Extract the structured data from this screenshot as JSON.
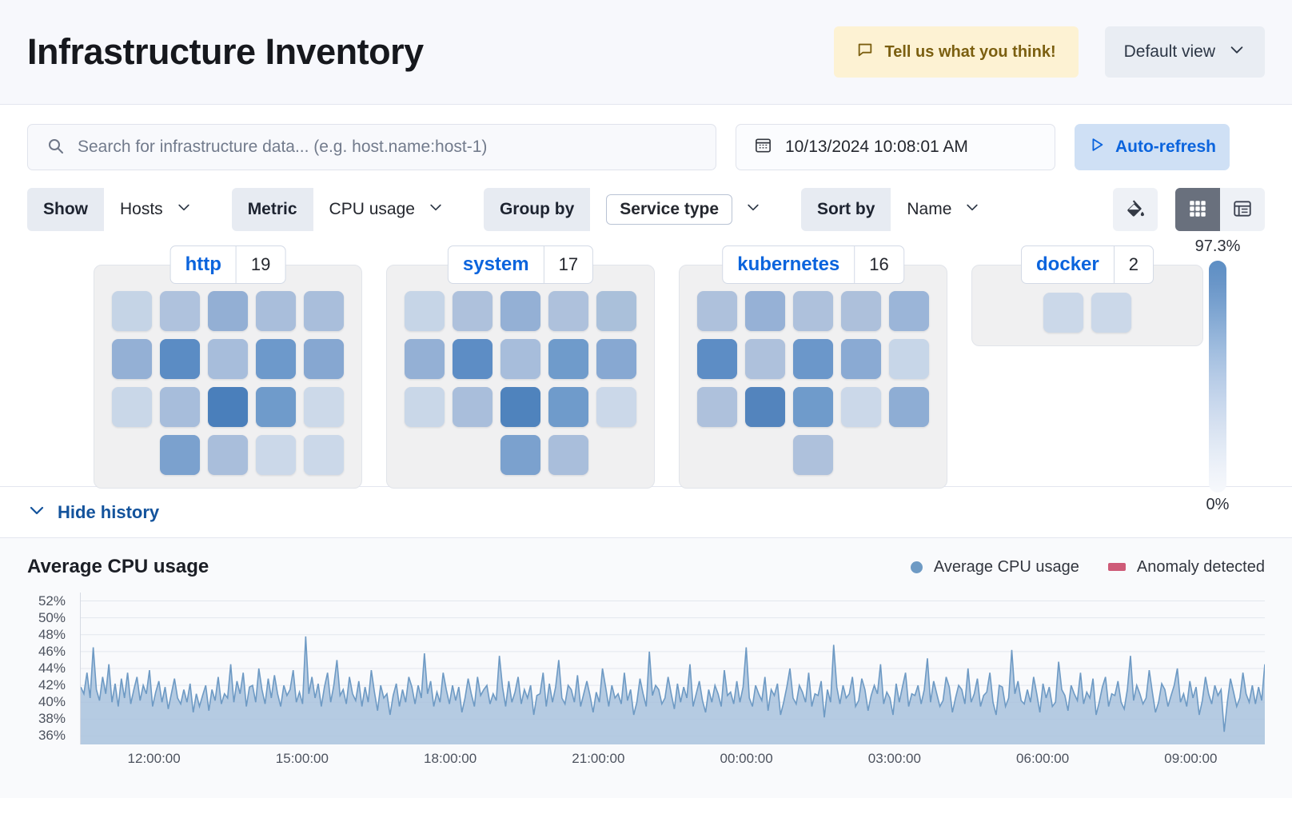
{
  "header": {
    "title": "Infrastructure Inventory",
    "feedback_label": "Tell us what you think!",
    "feedback_icon": "comment-icon",
    "view_label": "Default view",
    "view_icon": "chevron-down-icon"
  },
  "search": {
    "placeholder": "Search for infrastructure data... (e.g. host.name:host-1)",
    "icon": "search-icon"
  },
  "datepicker": {
    "value": "10/13/2024 10:08:01 AM",
    "icon": "calendar-icon"
  },
  "refresh": {
    "label": "Auto-refresh",
    "icon": "play-icon"
  },
  "filters": [
    {
      "label": "Show",
      "value": "Hosts",
      "boxed": false
    },
    {
      "label": "Metric",
      "value": "CPU usage",
      "boxed": false
    },
    {
      "label": "Group by",
      "value": "Service type",
      "boxed": true
    },
    {
      "label": "Sort by",
      "value": "Name",
      "boxed": false
    }
  ],
  "view_tools": {
    "fill_icon": "paint-bucket-icon",
    "grid_icon": "grid-view-icon",
    "table_icon": "table-view-icon",
    "active": "grid"
  },
  "legend_scale": {
    "max": "97.3%",
    "min": "0%"
  },
  "groups": [
    {
      "name": "http",
      "count": "19",
      "rows": [
        [
          "#c5d4e6",
          "#afc2dd",
          "#93afd4",
          "#a9bedb",
          "#a9bedb"
        ],
        [
          "#94b0d5",
          "#5b8cc4",
          "#a7bddb",
          "#6d99cb",
          "#86a7d1"
        ],
        [
          "#c9d7e8",
          "#a7bddb",
          "#4a7fbb",
          "#6f9bcb",
          "#ccd9e9"
        ],
        [
          "",
          "#7ba1ce",
          "#a9bedb",
          "#cbd8e9",
          "#cbd8e9"
        ]
      ]
    },
    {
      "name": "system",
      "count": "17",
      "rows": [
        [
          "#c6d5e7",
          "#aec1dc",
          "#94b0d5",
          "#aec1dc",
          "#aac0da"
        ],
        [
          "#94b0d5",
          "#5d8dc5",
          "#a7bddb",
          "#6f9bcb",
          "#87a8d2"
        ],
        [
          "#c9d7e8",
          "#a9bedb",
          "#4f83bd",
          "#6f9bcb",
          "#cbd8e9"
        ],
        [
          "",
          "",
          "#7ba1ce",
          "#a9bedb",
          ""
        ]
      ]
    },
    {
      "name": "kubernetes",
      "count": "16",
      "rows": [
        [
          "#aec1dc",
          "#96b1d6",
          "#aec1dc",
          "#adc0db",
          "#9bb5d8"
        ],
        [
          "#5d8dc5",
          "#aec1dc",
          "#6b97ca",
          "#8aaad3",
          "#c7d6e8"
        ],
        [
          "#aec1dc",
          "#5384bd",
          "#6f9bcb",
          "#cbd8e9",
          "#8eadd4"
        ],
        [
          "",
          "",
          "#aec1dc",
          "",
          ""
        ]
      ]
    },
    {
      "name": "docker",
      "count": "2",
      "rows": [
        [
          "#cbd8e9",
          "#cbd8e9"
        ]
      ]
    }
  ],
  "history": {
    "label": "Hide history",
    "icon": "chevron-down-icon"
  },
  "chart_data": {
    "type": "area",
    "title": "Average CPU usage",
    "xlabel": "",
    "ylabel": "",
    "ylim": [
      35,
      53
    ],
    "grid": true,
    "legend_position": "top-right",
    "legend": [
      {
        "name": "Average CPU usage",
        "marker": "dot",
        "color": "#6e9ac4"
      },
      {
        "name": "Anomaly detected",
        "marker": "bar",
        "color": "#ce5b78"
      }
    ],
    "ytick_labels": [
      "52%",
      "50%",
      "48%",
      "46%",
      "44%",
      "42%",
      "40%",
      "38%",
      "36%"
    ],
    "ytick_values": [
      52,
      50,
      48,
      46,
      44,
      42,
      40,
      38,
      36
    ],
    "xtick_labels": [
      "12:00:00",
      "15:00:00",
      "18:00:00",
      "21:00:00",
      "00:00:00",
      "03:00:00",
      "06:00:00",
      "09:00:00"
    ],
    "series": [
      {
        "name": "Average CPU usage",
        "color": "#6e9ac4",
        "fill": "#a9c2dd",
        "values": [
          41.8,
          41.0,
          43.5,
          40.5,
          46.5,
          41.5,
          40.2,
          43.0,
          41.0,
          44.5,
          40.0,
          42.2,
          39.5,
          42.8,
          40.5,
          43.5,
          39.8,
          41.5,
          43.0,
          40.2,
          42.0,
          41.0,
          43.8,
          39.5,
          41.2,
          42.5,
          40.0,
          41.8,
          39.2,
          41.0,
          42.8,
          40.5,
          39.8,
          41.5,
          40.0,
          42.2,
          38.8,
          41.0,
          39.5,
          40.8,
          42.0,
          39.0,
          41.5,
          40.2,
          43.0,
          39.8,
          41.0,
          40.5,
          44.5,
          40.0,
          42.5,
          41.0,
          43.5,
          39.5,
          41.8,
          42.0,
          40.0,
          44.0,
          41.5,
          39.8,
          42.8,
          40.5,
          43.2,
          41.0,
          39.5,
          42.0,
          40.8,
          41.5,
          43.8,
          40.0,
          41.2,
          39.8,
          47.8,
          41.0,
          43.0,
          40.5,
          42.2,
          39.5,
          41.8,
          43.5,
          40.0,
          42.0,
          45.0,
          40.8,
          41.5,
          39.8,
          43.0,
          41.0,
          40.2,
          42.5,
          39.5,
          41.8,
          40.0,
          43.8,
          41.2,
          39.0,
          42.0,
          40.5,
          41.0,
          38.5,
          40.8,
          42.2,
          39.5,
          41.5,
          40.0,
          43.0,
          41.8,
          39.8,
          42.0,
          40.5,
          45.8,
          41.0,
          42.5,
          39.5,
          41.2,
          40.0,
          43.5,
          41.5,
          39.8,
          42.0,
          40.2,
          41.8,
          38.8,
          40.5,
          42.8,
          41.0,
          39.5,
          43.0,
          40.8,
          41.5,
          42.0,
          39.8,
          41.0,
          40.2,
          45.5,
          41.8,
          39.5,
          42.5,
          40.0,
          41.2,
          43.0,
          39.8,
          41.5,
          40.5,
          42.0,
          38.5,
          40.8,
          41.0,
          43.5,
          39.5,
          42.2,
          40.0,
          41.8,
          45.0,
          40.5,
          39.8,
          42.0,
          41.5,
          40.0,
          43.2,
          39.5,
          41.0,
          42.5,
          40.8,
          38.8,
          41.2,
          40.0,
          44.0,
          41.8,
          39.5,
          42.0,
          40.5,
          41.0,
          39.8,
          43.5,
          40.2,
          41.5,
          38.5,
          40.0,
          42.8,
          41.0,
          39.5,
          46.0,
          40.8,
          42.0,
          41.5,
          39.8,
          40.5,
          43.0,
          41.0,
          39.2,
          42.2,
          40.0,
          41.8,
          40.5,
          44.5,
          39.5,
          41.0,
          42.5,
          40.2,
          38.8,
          41.5,
          40.0,
          42.0,
          41.0,
          39.5,
          43.8,
          40.8,
          41.2,
          39.8,
          42.5,
          40.0,
          41.8,
          46.5,
          40.5,
          39.5,
          42.0,
          41.0,
          40.2,
          43.0,
          39.0,
          41.5,
          40.8,
          42.2,
          38.5,
          40.0,
          41.8,
          44.0,
          40.5,
          39.8,
          42.0,
          41.2,
          40.0,
          43.5,
          39.5,
          41.0,
          40.8,
          42.5,
          38.2,
          41.5,
          40.0,
          46.8,
          41.8,
          39.8,
          42.0,
          40.5,
          41.0,
          43.0,
          39.5,
          40.2,
          42.8,
          41.5,
          39.0,
          40.8,
          42.0,
          41.0,
          44.5,
          39.8,
          41.2,
          40.5,
          38.5,
          42.2,
          40.0,
          41.8,
          43.5,
          39.5,
          41.0,
          40.8,
          42.0,
          39.8,
          41.5,
          45.2,
          40.0,
          42.5,
          41.0,
          39.5,
          40.2,
          43.0,
          41.8,
          38.8,
          40.5,
          42.0,
          41.5,
          39.8,
          44.0,
          40.0,
          41.0,
          42.8,
          39.5,
          40.8,
          41.2,
          43.5,
          40.0,
          38.5,
          42.0,
          41.8,
          39.5,
          40.5,
          46.2,
          41.0,
          42.5,
          40.2,
          39.8,
          41.5,
          40.0,
          43.0,
          41.0,
          38.8,
          42.2,
          40.5,
          41.8,
          39.5,
          40.0,
          44.8,
          41.5,
          40.8,
          39.0,
          42.0,
          41.0,
          40.2,
          43.5,
          39.8,
          41.2,
          40.5,
          42.8,
          38.5,
          40.0,
          41.8,
          43.0,
          39.5,
          41.0,
          40.8,
          42.5,
          40.0,
          39.2,
          41.5,
          45.5,
          40.2,
          42.0,
          41.0,
          39.8,
          40.5,
          43.8,
          41.2,
          38.8,
          40.0,
          42.2,
          41.5,
          39.5,
          40.8,
          42.0,
          44.0,
          40.0,
          41.0,
          39.5,
          42.5,
          40.5,
          41.8,
          38.5,
          40.2,
          43.0,
          41.0,
          39.8,
          42.0,
          40.8,
          41.5,
          36.5,
          40.0,
          42.8,
          41.2,
          39.5,
          40.5,
          43.5,
          41.0,
          40.0,
          42.0,
          39.8,
          41.8,
          40.2,
          44.5
        ]
      }
    ]
  }
}
